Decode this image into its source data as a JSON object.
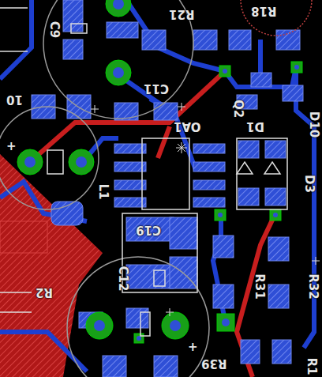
{
  "diagram": {
    "labels": [
      "C9",
      "R21",
      "R18",
      "C11",
      "OA1",
      "D1",
      "Q2",
      "D10",
      "10",
      "+",
      "L1",
      "C19",
      "C12",
      "D3",
      "R31",
      "R32",
      "R2",
      "R39",
      "+",
      "R1"
    ]
  }
}
